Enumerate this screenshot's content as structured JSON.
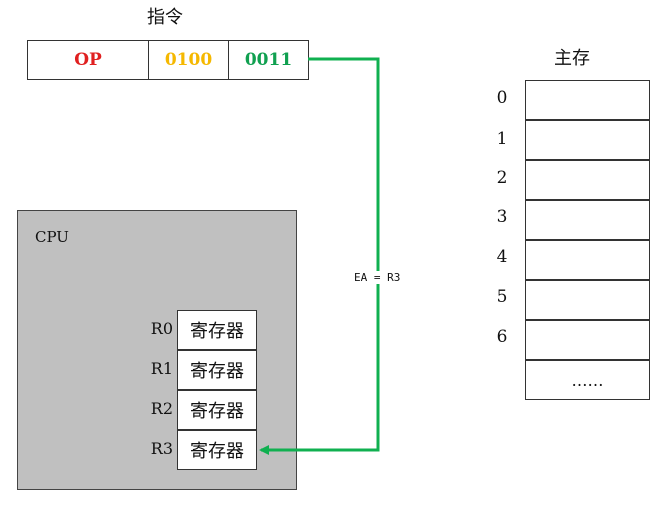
{
  "instruction": {
    "title": "指令",
    "fields": [
      {
        "text": "OP",
        "color": "#e02020"
      },
      {
        "text": "0100",
        "color": "#f5b800"
      },
      {
        "text": "0011",
        "color": "#10a050"
      }
    ]
  },
  "cpu": {
    "label": "CPU",
    "registers": [
      {
        "name": "R0",
        "content": "寄存器"
      },
      {
        "name": "R1",
        "content": "寄存器"
      },
      {
        "name": "R2",
        "content": "寄存器"
      },
      {
        "name": "R3",
        "content": "寄存器"
      }
    ]
  },
  "memory": {
    "title": "主存",
    "addresses": [
      "0",
      "1",
      "2",
      "3",
      "4",
      "5",
      "6"
    ],
    "ellipsis": "……"
  },
  "arrow": {
    "label": "EA = R3",
    "color": "#10b050"
  }
}
